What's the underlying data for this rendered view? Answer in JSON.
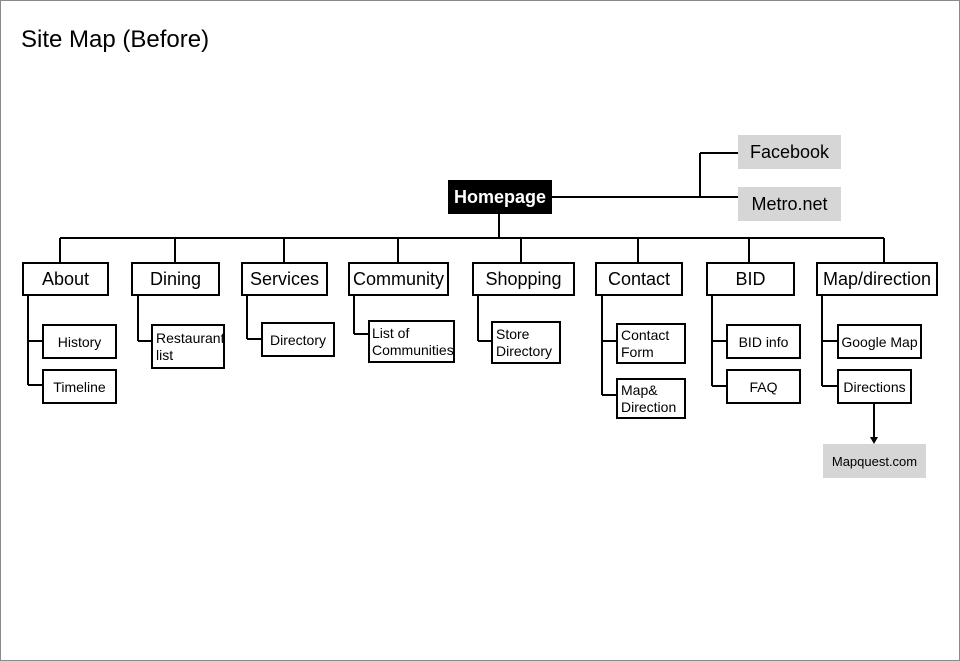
{
  "title": "Site Map (Before)",
  "homepage": "Homepage",
  "external": {
    "facebook": "Facebook",
    "metro": "Metro.net",
    "mapquest": "Mapquest.com"
  },
  "sections": {
    "about": {
      "label": "About",
      "children": [
        "History",
        "Timeline"
      ]
    },
    "dining": {
      "label": "Dining",
      "children": [
        "Restaurant list"
      ]
    },
    "services": {
      "label": "Services",
      "children": [
        "Directory"
      ]
    },
    "community": {
      "label": "Community",
      "children": [
        "List of Communities"
      ]
    },
    "shopping": {
      "label": "Shopping",
      "children": [
        "Store Directory"
      ]
    },
    "contact": {
      "label": "Contact",
      "children": [
        "Contact Form",
        "Map& Direction"
      ]
    },
    "bid": {
      "label": "BID",
      "children": [
        "BID info",
        "FAQ"
      ]
    },
    "map": {
      "label": "Map/direction",
      "children": [
        "Google Map",
        "Directions"
      ]
    }
  },
  "colors": {
    "homepage_bg": "#000000",
    "external_bg": "#d6d6d6",
    "border": "#000000"
  }
}
